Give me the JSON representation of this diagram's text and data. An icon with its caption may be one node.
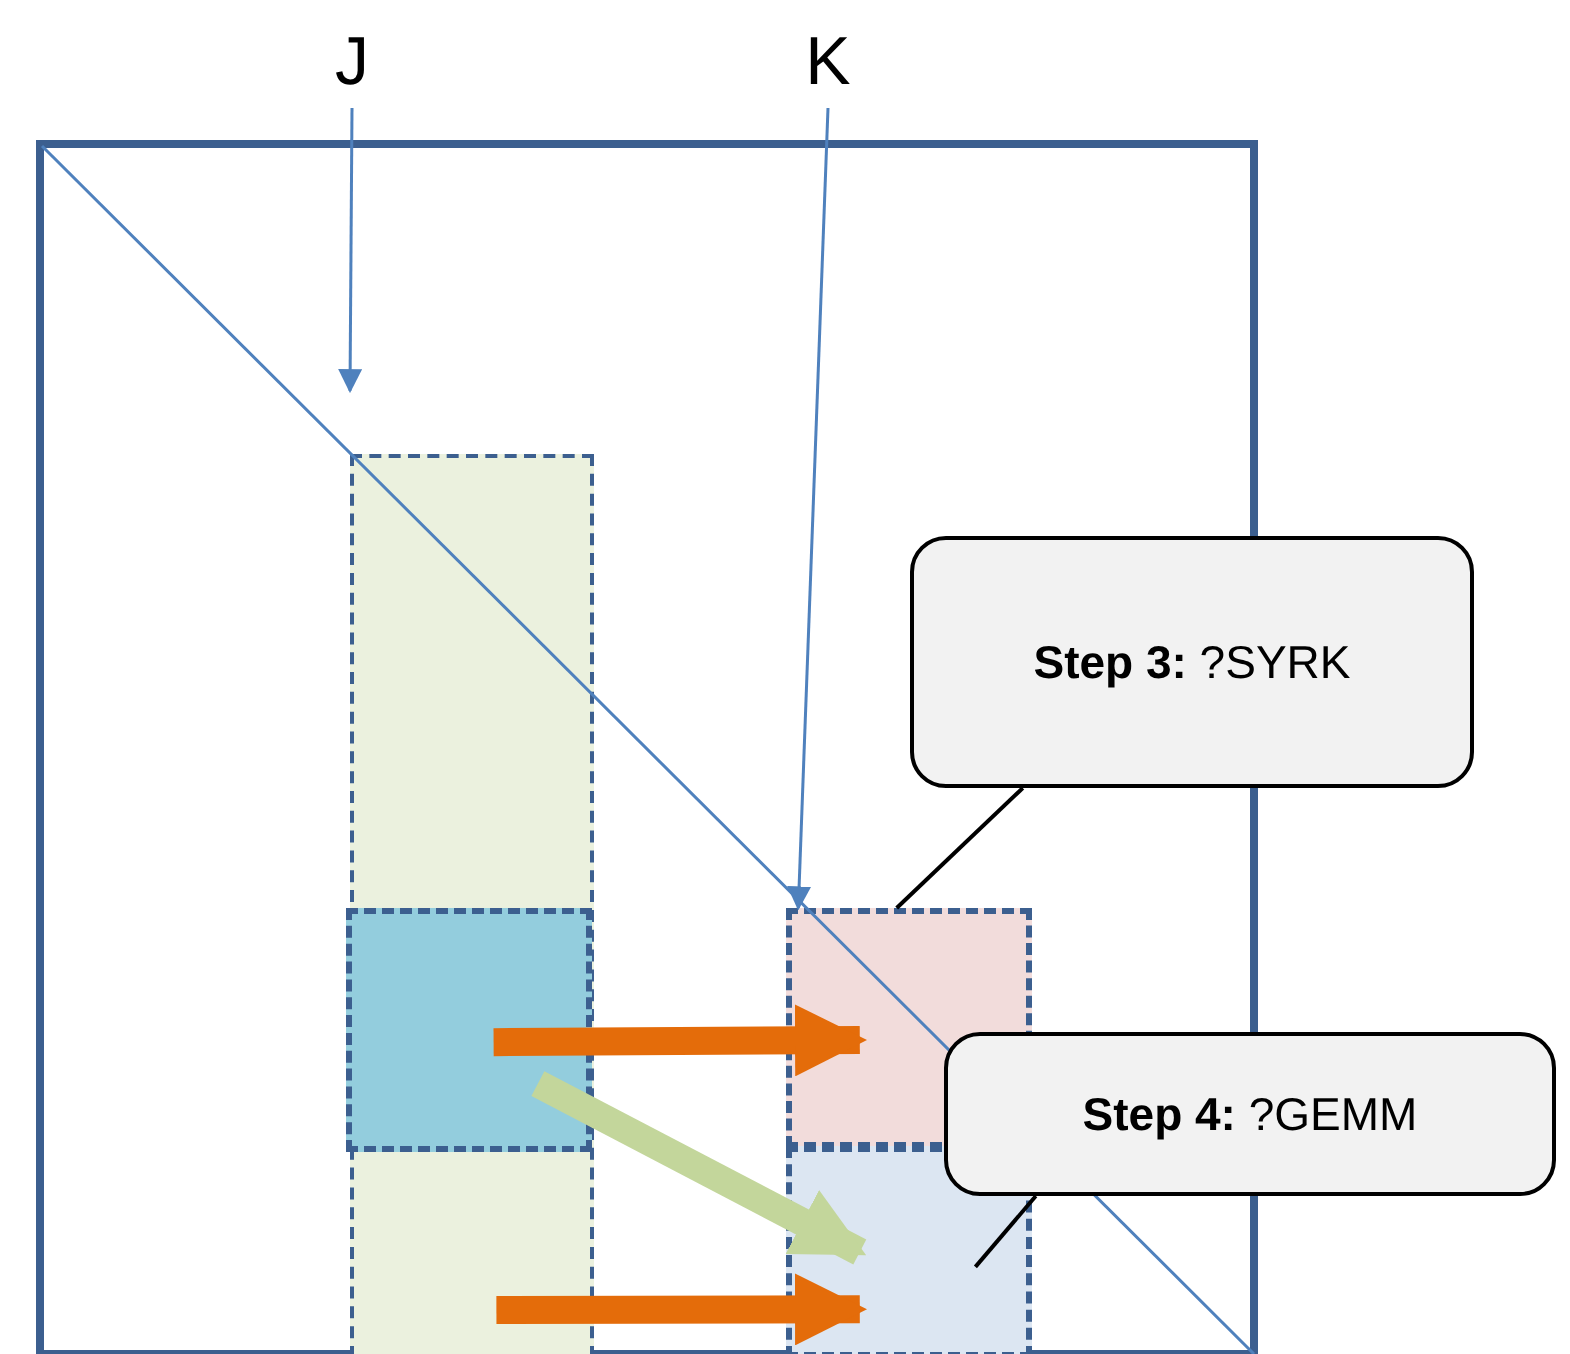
{
  "diagram": {
    "nodes": [
      {
        "text": [
          "J"
        ]
      },
      {
        "text": [
          "K"
        ]
      },
      {
        "text": [],
        "shape": "box"
      },
      {
        "text": [],
        "shape": "box",
        "in": 2
      },
      {
        "text": [],
        "shape": "box",
        "in": 3
      },
      {
        "text": [],
        "shape": "box",
        "in": 2
      },
      {
        "text": [],
        "shape": "box",
        "in": 2
      },
      {
        "text": [
          "**Step 3:** ?SYRK"
        ]
      },
      {
        "text": [
          "**Step 4:** ?GEMM"
        ]
      }
    ],
    "edges": [
      {
        "from": 0,
        "to": 3,
        "arrow": "to"
      },
      {
        "from": 1,
        "to": 5,
        "arrow": "to"
      },
      {
        "from": 4,
        "to": 5,
        "arrow": "to",
        "style": "thick",
        "color": "#e46c0a"
      },
      {
        "from": 3,
        "to": 6,
        "arrow": "to",
        "style": "thick",
        "color": "#e46c0a"
      },
      {
        "from": 4,
        "to": 6,
        "arrow": "to",
        "style": "thick",
        "color": "#c3d69b"
      },
      {
        "from": 7,
        "to": 5,
        "arrow": "none",
        "color": "#000000"
      },
      {
        "from": 8,
        "to": 6,
        "arrow": "none",
        "color": "#000000"
      }
    ]
  }
}
